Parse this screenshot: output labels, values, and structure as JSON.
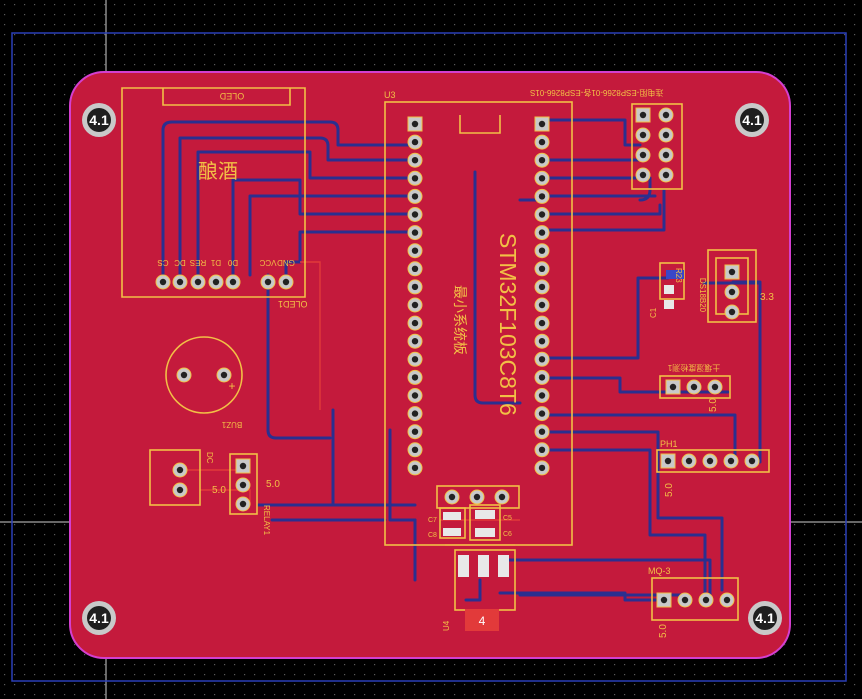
{
  "board": {
    "colors": {
      "background": "#000000",
      "board_fill": "#c41a3c",
      "board_outline": "#d43fd0",
      "silkscreen": "#f2c046",
      "bottom_trace": "#2b2f8f",
      "top_trace": "#e23a3a",
      "pad_ring": "#c9c9c9",
      "pad_hole": "#222222",
      "grid_dot": "#5a5a5a"
    }
  },
  "mounting_holes": {
    "label": "4.1"
  },
  "oled": {
    "top_label": "OLED",
    "designator": "OLED1",
    "pin_labels": [
      "CS",
      "DC",
      "RES",
      "D1",
      "D0",
      "VCC",
      "GND"
    ],
    "text": "酿酒"
  },
  "mcu": {
    "designator": "U3",
    "part": "STM32F103C8T6",
    "subtitle": "最小系统板"
  },
  "esp": {
    "label": "连电阻-ESP8266-01各-ESP8266-01S"
  },
  "ds18b20": {
    "resistor": "R23",
    "cap": "C1",
    "designator": "DS18B20",
    "voltage": "3.3"
  },
  "humidity": {
    "label": "土壤湿度检测1",
    "voltage": "5.0"
  },
  "ph": {
    "designator": "PH1",
    "voltage": "5.0"
  },
  "mq": {
    "designator": "MQ-3",
    "voltage": "5.0"
  },
  "buzzer": {
    "designator": "BUZ1",
    "plus": "+"
  },
  "power": {
    "dc": "DC",
    "dc_voltage": "5.0"
  },
  "relay": {
    "designator": "RELAY1",
    "voltage": "5.0"
  },
  "regulator": {
    "designator": "U4",
    "pad": "4",
    "c7": "C7",
    "c8": "C8",
    "c5": "C5",
    "c6": "C6"
  }
}
